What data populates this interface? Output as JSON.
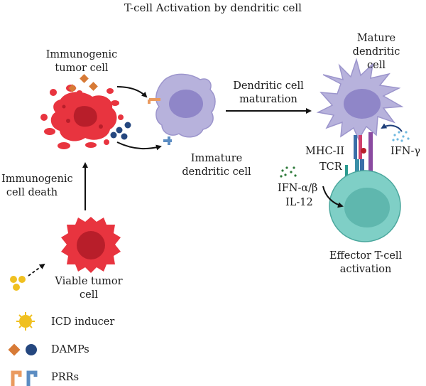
{
  "title": "T-cell Activation by dendritic cell",
  "labels": {
    "immunogenic_tumor_cell": [
      "Immunogenic",
      "tumor cell"
    ],
    "immunogenic_cell_death": [
      "Immunogenic",
      "cell death"
    ],
    "viable_tumor_cell": [
      "Viable tumor",
      "cell"
    ],
    "immature_dc": [
      "Immature",
      "dendritic cell"
    ],
    "dc_maturation": [
      "Dendritic cell",
      "maturation"
    ],
    "mature_dc": [
      "Mature",
      "dendritic",
      "cell"
    ],
    "mhc_ii": "MHC-II",
    "tcr": "TCR",
    "ifn_gamma": "IFN-γ",
    "ifn_alpha_beta": "IFN-α/β",
    "il_12": "IL-12",
    "effector": [
      "Effector T-cell",
      "activation"
    ]
  },
  "legend": [
    {
      "label": "ICD inducer",
      "icon": "icd-inducer-icon"
    },
    {
      "label": "DAMPs",
      "icon": "damps-icon"
    },
    {
      "label": "PRRs",
      "icon": "prrs-icon"
    }
  ],
  "colors": {
    "tumor": "#e8343f",
    "tumor_dark": "#b81e2a",
    "dendritic": "#b7b2dc",
    "dendritic_nucleus": "#8f86c8",
    "tcell": "#7fcfc6",
    "tcell_nucleus": "#5fb7ae",
    "damp_orange": "#d77a36",
    "damp_blue": "#25477f",
    "icd_yellow": "#f0c020",
    "prr_orange": "#ea9a5e",
    "prr_blue": "#5b8cc2"
  }
}
